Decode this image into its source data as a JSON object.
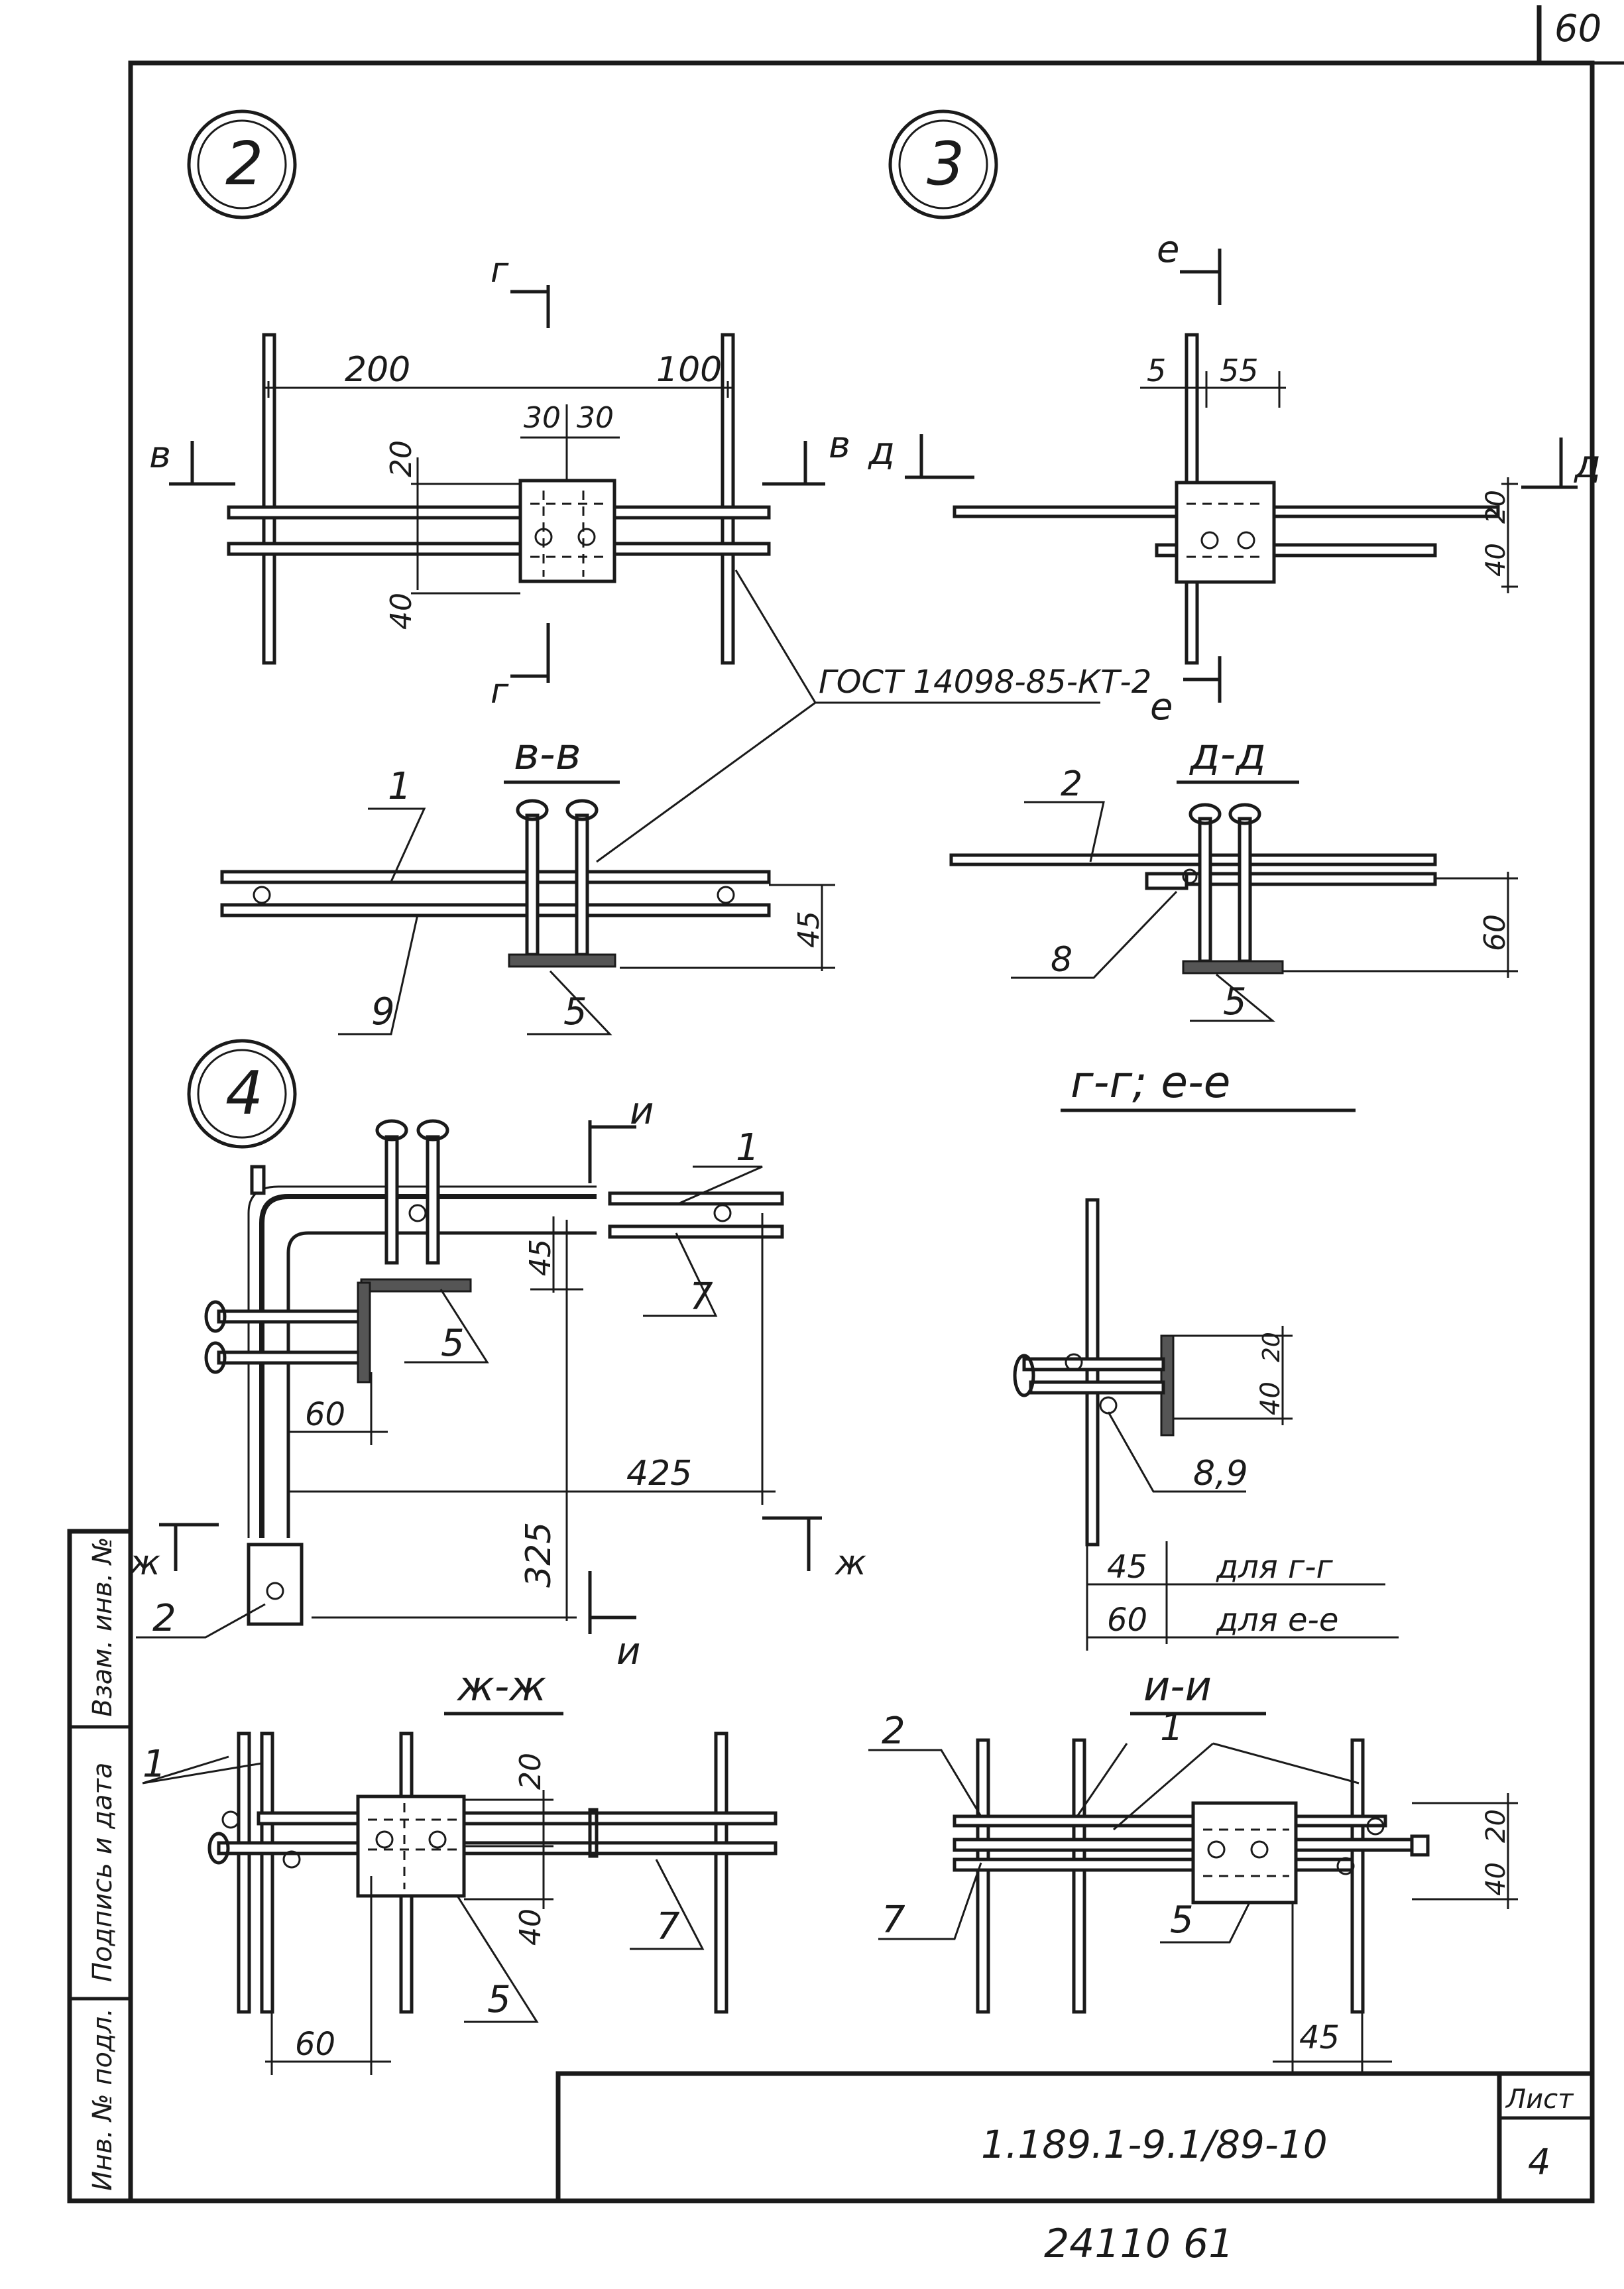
{
  "sheet": {
    "page_number_top": "60",
    "stamp_bottom": "24110 61",
    "document_code": "1.189.1-9.1/89-10",
    "sheet_label": "Лист",
    "sheet_number": "4",
    "side_stamp": [
      "Инв. № подл.",
      "Подпись и дата",
      "Взам. инв. №"
    ]
  },
  "views": {
    "node2": {
      "marker": "2",
      "section_letter_top": "г",
      "section_letter_side": "в",
      "dims": [
        "200",
        "100",
        "30",
        "30",
        "20",
        "40"
      ]
    },
    "node3": {
      "marker": "3",
      "section_letter_top": "е",
      "section_letter_side": "д",
      "dims": [
        "5",
        "55",
        "20",
        "40"
      ]
    },
    "gost_note": "ГОСТ 14098-85-КТ-2",
    "sec_vv": {
      "title": "в-в",
      "labels": [
        "1",
        "9",
        "5"
      ],
      "dims": [
        "45"
      ]
    },
    "sec_dd": {
      "title": "д-д",
      "labels": [
        "2",
        "8",
        "5"
      ],
      "dims": [
        "60"
      ]
    },
    "node4": {
      "marker": "4",
      "section_letter_1": "и",
      "section_letter_2": "ж",
      "labels": [
        "1",
        "7",
        "5",
        "2"
      ],
      "dims": [
        "45",
        "60",
        "425",
        "325"
      ]
    },
    "sec_gg_ee": {
      "title": "г-г; е-е",
      "labels": [
        "8,9"
      ],
      "dims": [
        "40",
        "20",
        "45",
        "60"
      ],
      "notes": [
        "для г-г",
        "для е-е"
      ]
    },
    "sec_zh": {
      "title": "ж-ж",
      "labels": [
        "1",
        "7",
        "5"
      ],
      "dims": [
        "20",
        "40",
        "60"
      ]
    },
    "sec_ii": {
      "title": "и-и",
      "labels": [
        "2",
        "1",
        "7",
        "5"
      ],
      "dims": [
        "20",
        "40",
        "45"
      ]
    }
  }
}
